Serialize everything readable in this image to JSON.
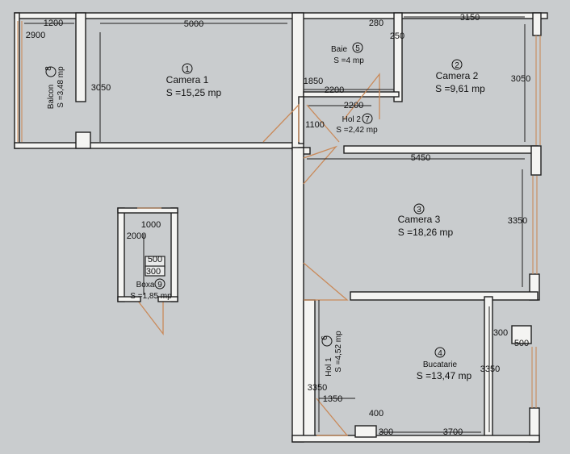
{
  "rooms": {
    "camera1": {
      "number": "1",
      "name": "Camera 1",
      "area": "S =15,25 mp"
    },
    "camera2": {
      "number": "2",
      "name": "Camera 2",
      "area": "S =9,61 mp"
    },
    "camera3": {
      "number": "3",
      "name": "Camera 3",
      "area": "S =18,26 mp"
    },
    "bucatarie": {
      "number": "4",
      "name": "Bucatarie",
      "area": "S =13,47 mp"
    },
    "baie": {
      "number": "5",
      "name": "Baie",
      "area": "S =4 mp"
    },
    "hol1": {
      "number": "6",
      "name": "Hol 1",
      "area": "S =4,52 mp"
    },
    "hol2": {
      "number": "7",
      "name": "Hol 2",
      "area": "S =2,42 mp"
    },
    "balcon": {
      "number": "8",
      "name": "Balcon",
      "area": "S =3,48 mp"
    },
    "boxa": {
      "number": "9",
      "name": "Boxa",
      "area": "S =1,85 mp"
    }
  },
  "dimensions": {
    "d1200": "1200",
    "d2900": "2900",
    "d5000": "5000",
    "d3050a": "3050",
    "d280": "280",
    "d250": "250",
    "d3150": "3150",
    "d1850": "1850",
    "d2200a": "2200",
    "d2200b": "2200",
    "d3050b": "3050",
    "d1100": "1100",
    "d5450": "5450",
    "d3350a": "3350",
    "d1000": "1000",
    "d2000": "2000",
    "d500a": "500",
    "d300a": "300",
    "d300b": "300",
    "d500b": "500",
    "d3350b": "3350",
    "d3350c": "3350",
    "d1350": "1350",
    "d400": "400",
    "d300c": "300",
    "d3700": "3700"
  }
}
